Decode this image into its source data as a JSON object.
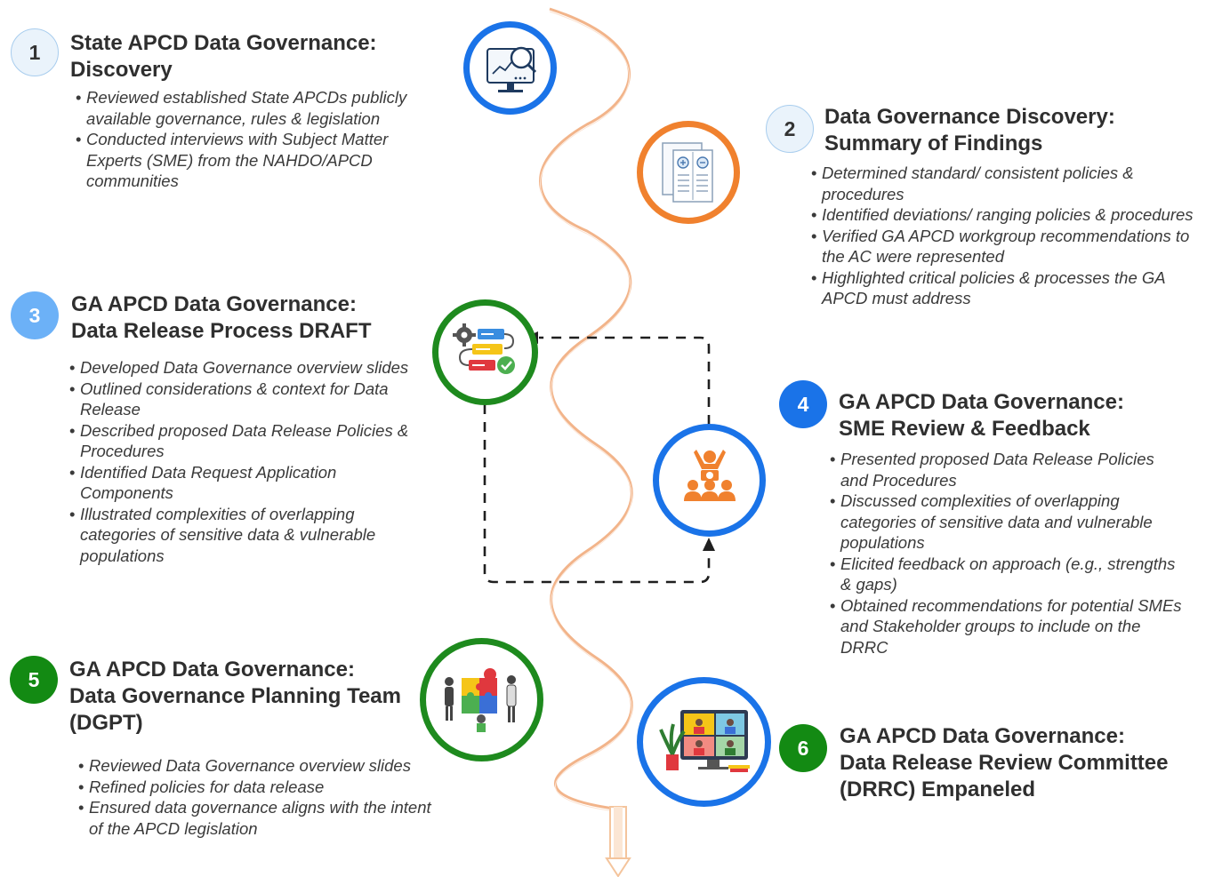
{
  "steps": [
    {
      "number": "1",
      "title_line1": "State APCD Data Governance:",
      "title_line2": "Discovery",
      "title_line3": "",
      "points": [
        "Reviewed established State APCDs publicly available governance, rules & legislation",
        "Conducted interviews with Subject Matter Experts (SME) from the NAHDO/APCD communities"
      ],
      "badge_color": "#eaf3fb",
      "badge_text_color": "#333333",
      "icon": "analytics-monitor-icon",
      "ring_color": "#1a73e8"
    },
    {
      "number": "2",
      "title_line1": "Data Governance Discovery:",
      "title_line2": "Summary of Findings",
      "title_line3": "",
      "points": [
        "Determined standard/ consistent policies & procedures",
        "Identified deviations/ ranging policies & procedures",
        "Verified GA APCD workgroup recommendations to the AC were represented",
        "Highlighted critical policies & processes the GA APCD must address"
      ],
      "badge_color": "#eaf3fb",
      "badge_text_color": "#333333",
      "icon": "documents-compare-icon",
      "ring_color": "#f0812e"
    },
    {
      "number": "3",
      "title_line1": "GA APCD Data Governance:",
      "title_line2": "Data Release Process DRAFT",
      "title_line3": "",
      "points": [
        "Developed Data Governance overview slides",
        "Outlined considerations & context for Data Release",
        "Described proposed Data Release Policies & Procedures",
        "Identified Data Request Application Components",
        "Illustrated complexities of overlapping categories of sensitive data & vulnerable populations"
      ],
      "badge_color": "#6cb1f7",
      "badge_text_color": "#ffffff",
      "icon": "process-flow-icon",
      "ring_color": "#1e8a1e"
    },
    {
      "number": "4",
      "title_line1": "GA APCD Data Governance:",
      "title_line2": "SME Review & Feedback",
      "title_line3": "",
      "points": [
        "Presented proposed Data Release Policies and Procedures",
        "Discussed complexities of overlapping categories of sensitive data and vulnerable populations",
        "Elicited feedback on approach (e.g., strengths & gaps)",
        "Obtained recommendations for potential SMEs and Stakeholder groups to include on the DRRC"
      ],
      "badge_color": "#1a73e8",
      "badge_text_color": "#ffffff",
      "icon": "presenter-audience-icon",
      "ring_color": "#1a73e8"
    },
    {
      "number": "5",
      "title_line1": "GA APCD Data Governance:",
      "title_line2": "Data Governance Planning Team",
      "title_line3": "(DGPT)",
      "points": [
        "Reviewed Data Governance overview slides",
        "Refined policies for data release",
        "Ensured data governance aligns with the intent of the APCD legislation"
      ],
      "badge_color": "#138a13",
      "badge_text_color": "#ffffff",
      "icon": "puzzle-team-icon",
      "ring_color": "#1e8a1e"
    },
    {
      "number": "6",
      "title_line1": "GA APCD Data Governance:",
      "title_line2": "Data Release Review Committee",
      "title_line3": "(DRRC) Empaneled",
      "points": [],
      "badge_color": "#138a13",
      "badge_text_color": "#ffffff",
      "icon": "video-meeting-icon",
      "ring_color": "#1a73e8"
    }
  ]
}
